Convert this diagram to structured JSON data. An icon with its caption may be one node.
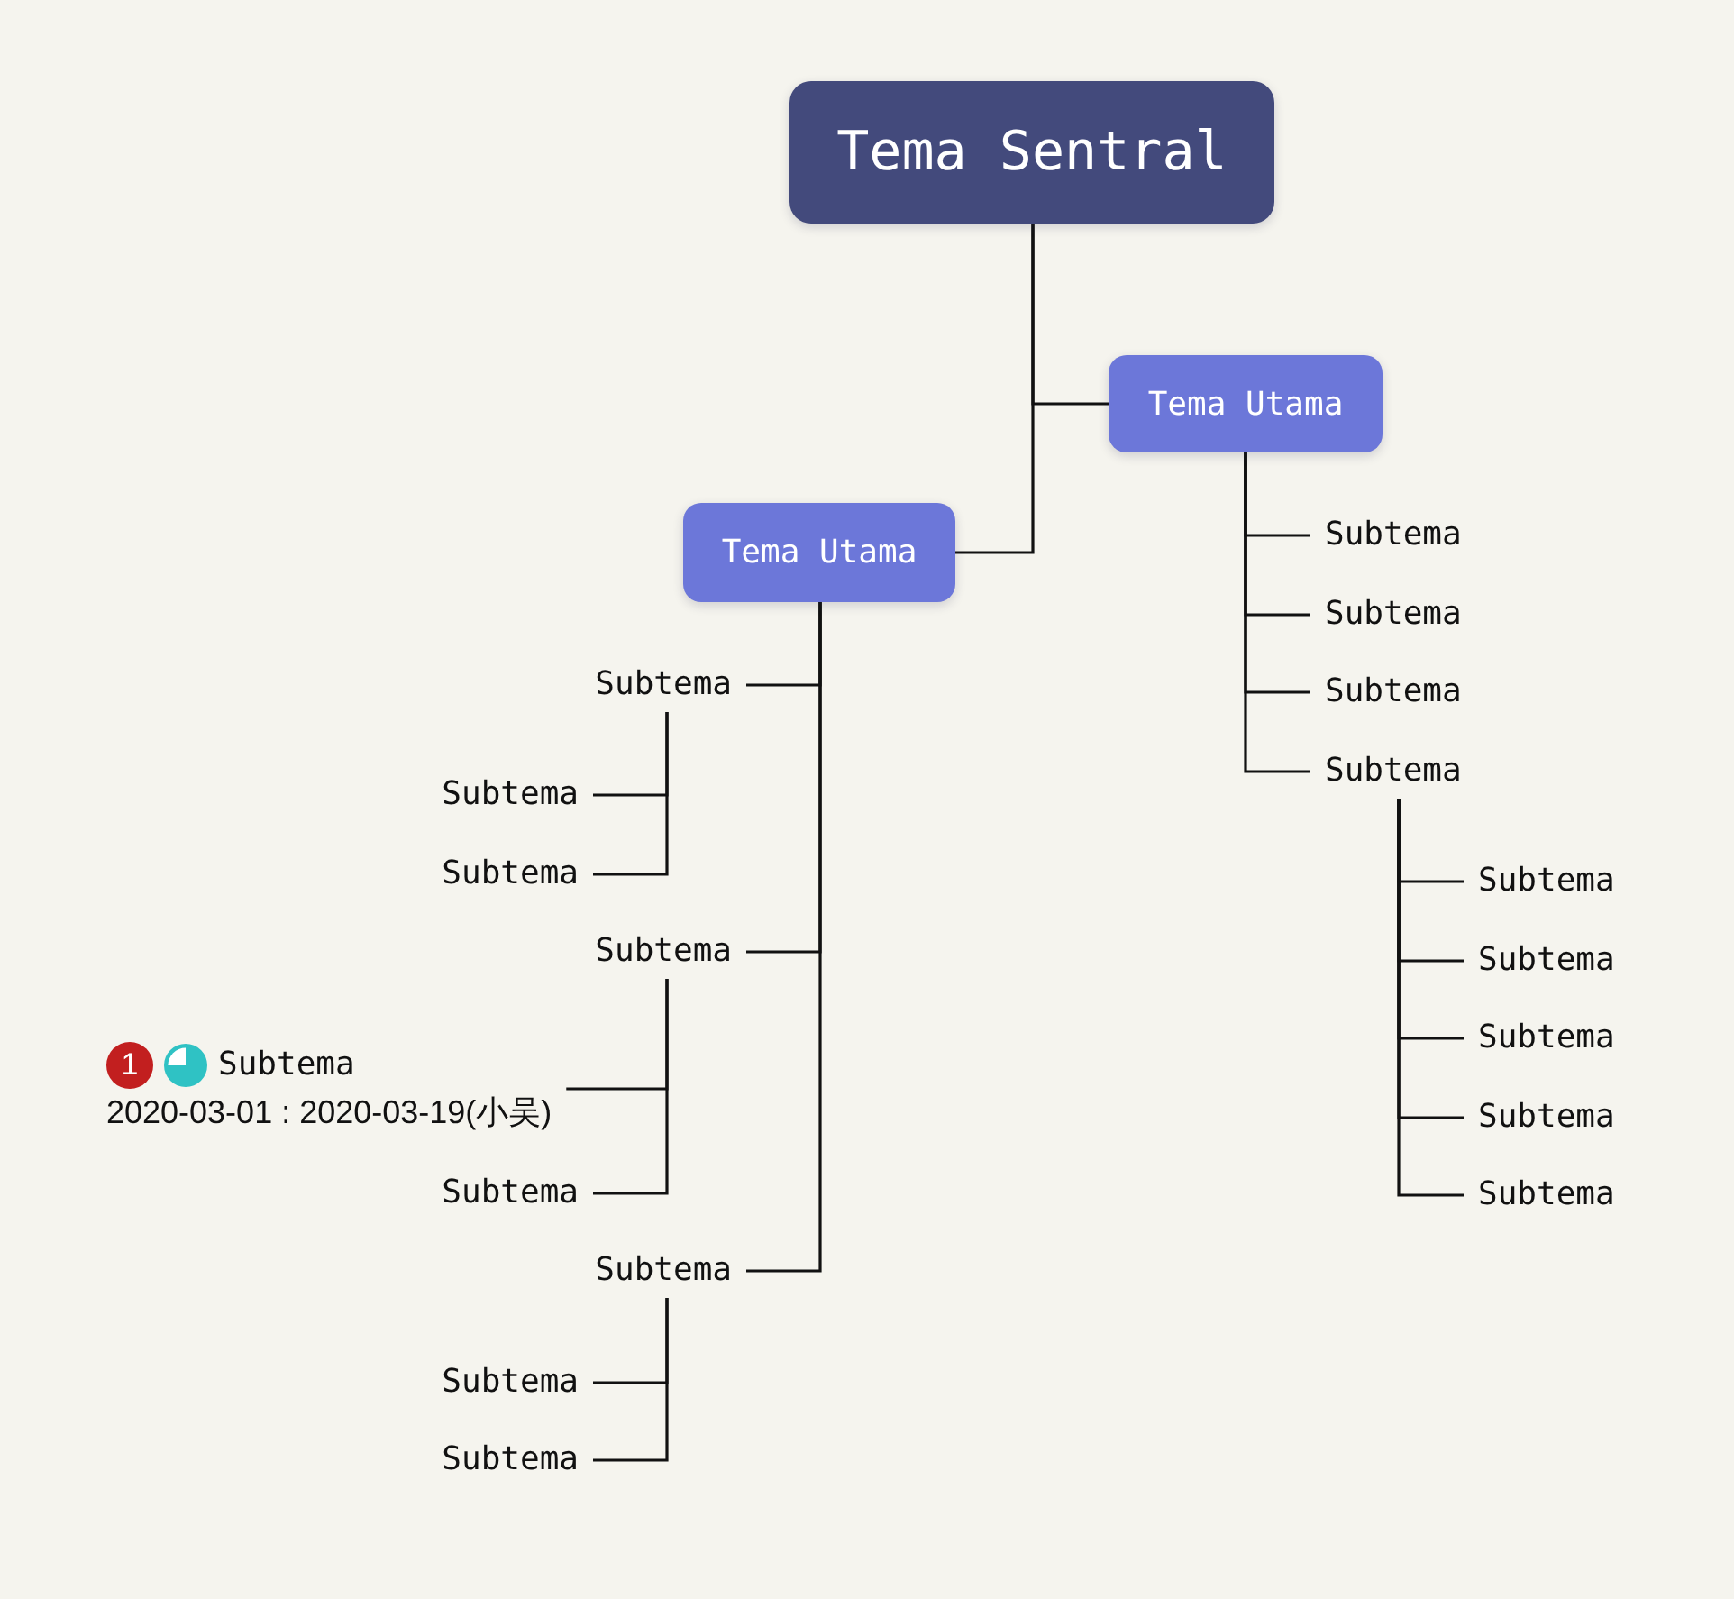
{
  "diagram": {
    "nodes": [
      {
        "text": [
          "Tema Sentral"
        ]
      },
      {
        "text": [
          "Tema Utama"
        ]
      },
      {
        "text": [
          "Subtema"
        ]
      },
      {
        "text": [
          "Subtema"
        ]
      },
      {
        "text": [
          "Subtema"
        ]
      },
      {
        "text": [
          "Subtema"
        ]
      },
      {
        "text": [
          "Subtema"
        ]
      },
      {
        "text": [
          "Subtema"
        ]
      },
      {
        "text": [
          "Subtema"
        ]
      },
      {
        "text": [
          "Subtema"
        ]
      },
      {
        "text": [
          "Subtema"
        ]
      },
      {
        "text": [
          "Tema Utama"
        ]
      },
      {
        "text": [
          "Subtema"
        ]
      },
      {
        "text": [
          "Subtema"
        ]
      },
      {
        "text": [
          "Subtema"
        ]
      },
      {
        "text": [
          "Subtema"
        ]
      },
      {
        "text": [
          "1",
          "Subtema",
          "2020-03-01 : 2020-03-19(小吴)"
        ]
      },
      {
        "text": [
          "Subtema"
        ]
      },
      {
        "text": [
          "Subtema"
        ]
      },
      {
        "text": [
          "Subtema"
        ]
      },
      {
        "text": [
          "Subtema"
        ]
      }
    ],
    "edges": [
      {
        "from": 0,
        "to": 1,
        "arrow": "none"
      },
      {
        "from": 1,
        "to": 2,
        "arrow": "none"
      },
      {
        "from": 1,
        "to": 3,
        "arrow": "none"
      },
      {
        "from": 1,
        "to": 4,
        "arrow": "none"
      },
      {
        "from": 1,
        "to": 5,
        "arrow": "none"
      },
      {
        "from": 5,
        "to": 6,
        "arrow": "none"
      },
      {
        "from": 5,
        "to": 7,
        "arrow": "none"
      },
      {
        "from": 5,
        "to": 8,
        "arrow": "none"
      },
      {
        "from": 5,
        "to": 9,
        "arrow": "none"
      },
      {
        "from": 5,
        "to": 10,
        "arrow": "none"
      },
      {
        "from": 0,
        "to": 11,
        "arrow": "none"
      },
      {
        "from": 11,
        "to": 12,
        "arrow": "none"
      },
      {
        "from": 12,
        "to": 13,
        "arrow": "none"
      },
      {
        "from": 12,
        "to": 14,
        "arrow": "none"
      },
      {
        "from": 11,
        "to": 15,
        "arrow": "none"
      },
      {
        "from": 15,
        "to": 16,
        "arrow": "none"
      },
      {
        "from": 15,
        "to": 17,
        "arrow": "none"
      },
      {
        "from": 11,
        "to": 18,
        "arrow": "none"
      },
      {
        "from": 18,
        "to": 19,
        "arrow": "none"
      },
      {
        "from": 18,
        "to": 20,
        "arrow": "none"
      }
    ]
  }
}
